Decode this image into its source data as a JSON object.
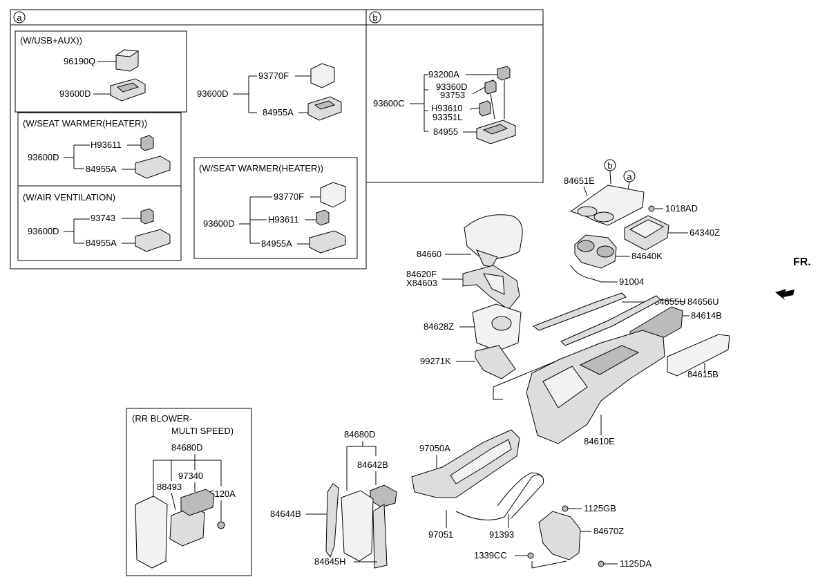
{
  "section_a": {
    "marker": "a",
    "usb_aux": {
      "title": "(W/USB+AUX))",
      "p1": "96190Q",
      "p2": "93600D"
    },
    "std": {
      "p1": "93600D",
      "p2": "93770F",
      "p3": "84955A"
    },
    "seat_warmer_1": {
      "title": "(W/SEAT WARMER(HEATER))",
      "p1": "93600D",
      "p2": "H93611",
      "p3": "84955A"
    },
    "air_vent": {
      "title": "(W/AIR VENTILATION)",
      "p1": "93600D",
      "p2": "93743",
      "p3": "84955A"
    },
    "seat_warmer_2": {
      "title": "(W/SEAT WARMER(HEATER))",
      "p1": "93600D",
      "p2": "93770F",
      "p3": "H93611",
      "p4": "84955A"
    }
  },
  "section_b": {
    "marker": "b",
    "p1": "93600C",
    "p2": "93200A",
    "p3": "93360D",
    "p4": "93753",
    "p5": "H93610",
    "p6": "93351L",
    "p7": "84955"
  },
  "rr_blower": {
    "title1": "(RR BLOWER-",
    "title2": "MULTI SPEED)",
    "p1": "84680D",
    "p2": "97340",
    "p3": "88493",
    "p4": "95120A"
  },
  "main": {
    "marker_b": "b",
    "marker_a": "a",
    "labels": {
      "p84651E": "84651E",
      "p1018AD": "1018AD",
      "p64340Z": "64340Z",
      "p84660": "84660",
      "p84640K": "84640K",
      "p91004": "91004",
      "p84620F": "84620F",
      "pX84603": "X84603",
      "p84655U": "84655U",
      "p84656U": "84656U",
      "p84614B": "84614B",
      "p84628Z": "84628Z",
      "p99271K": "99271K",
      "p84615B": "84615B",
      "p84610E": "84610E",
      "p84680D": "84680D",
      "p84642B": "84642B",
      "p97050A": "97050A",
      "p84644B": "84644B",
      "p97051": "97051",
      "p91393": "91393",
      "p1125GB": "1125GB",
      "p84670Z": "84670Z",
      "p84645H": "84645H",
      "p1339CC": "1339CC",
      "p1125DA": "1125DA"
    },
    "fr": "FR."
  }
}
